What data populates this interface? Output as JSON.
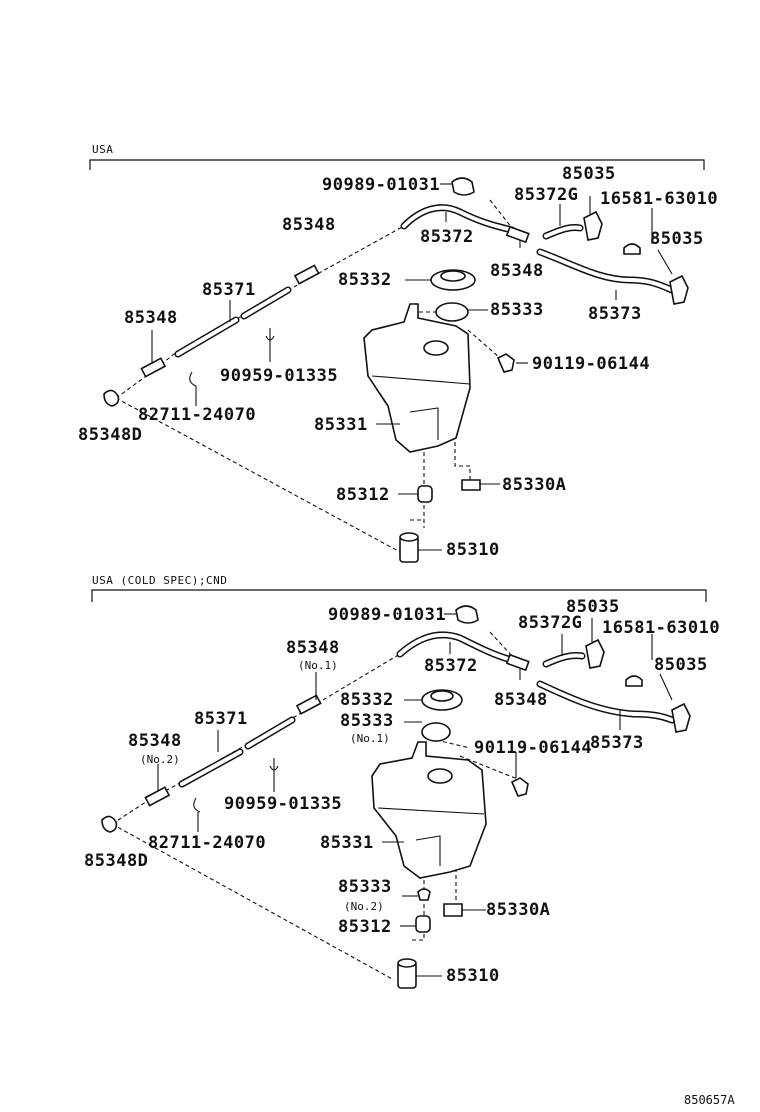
{
  "ref_number": "850657A",
  "sections": [
    {
      "heading": "USA",
      "labels": {
        "p90989": "90989-01031",
        "p85035a": "85035",
        "p85372g": "85372G",
        "p16581": "16581-63010",
        "p85348a": "85348",
        "p85372": "85372",
        "p85348b": "85348",
        "p85035b": "85035",
        "p85332": "85332",
        "p85371": "85371",
        "p85373": "85373",
        "p85348c": "85348",
        "p85333": "85333",
        "p90959": "90959-01335",
        "p90119": "90119-06144",
        "p82711": "82711-24070",
        "p85348d": "85348D",
        "p85331": "85331",
        "p85312": "85312",
        "p85330a": "85330A",
        "p85310": "85310"
      }
    },
    {
      "heading": "USA (COLD SPEC);CND",
      "labels": {
        "p90989": "90989-01031",
        "p85035a": "85035",
        "p85372g": "85372G",
        "p16581": "16581-63010",
        "p85348a": "85348",
        "p85348a_note": "(No.1)",
        "p85372": "85372",
        "p85035b": "85035",
        "p85332": "85332",
        "p85348b": "85348",
        "p85333a": "85333",
        "p85333a_note": "(No.1)",
        "p85373": "85373",
        "p85371": "85371",
        "p90119": "90119-06144",
        "p85348c": "85348",
        "p85348c_note": "(No.2)",
        "p90959": "90959-01335",
        "p82711": "82711-24070",
        "p85331": "85331",
        "p85348d": "85348D",
        "p85333b": "85333",
        "p85333b_note": "(No.2)",
        "p85330a": "85330A",
        "p85312": "85312",
        "p85310": "85310"
      }
    }
  ]
}
